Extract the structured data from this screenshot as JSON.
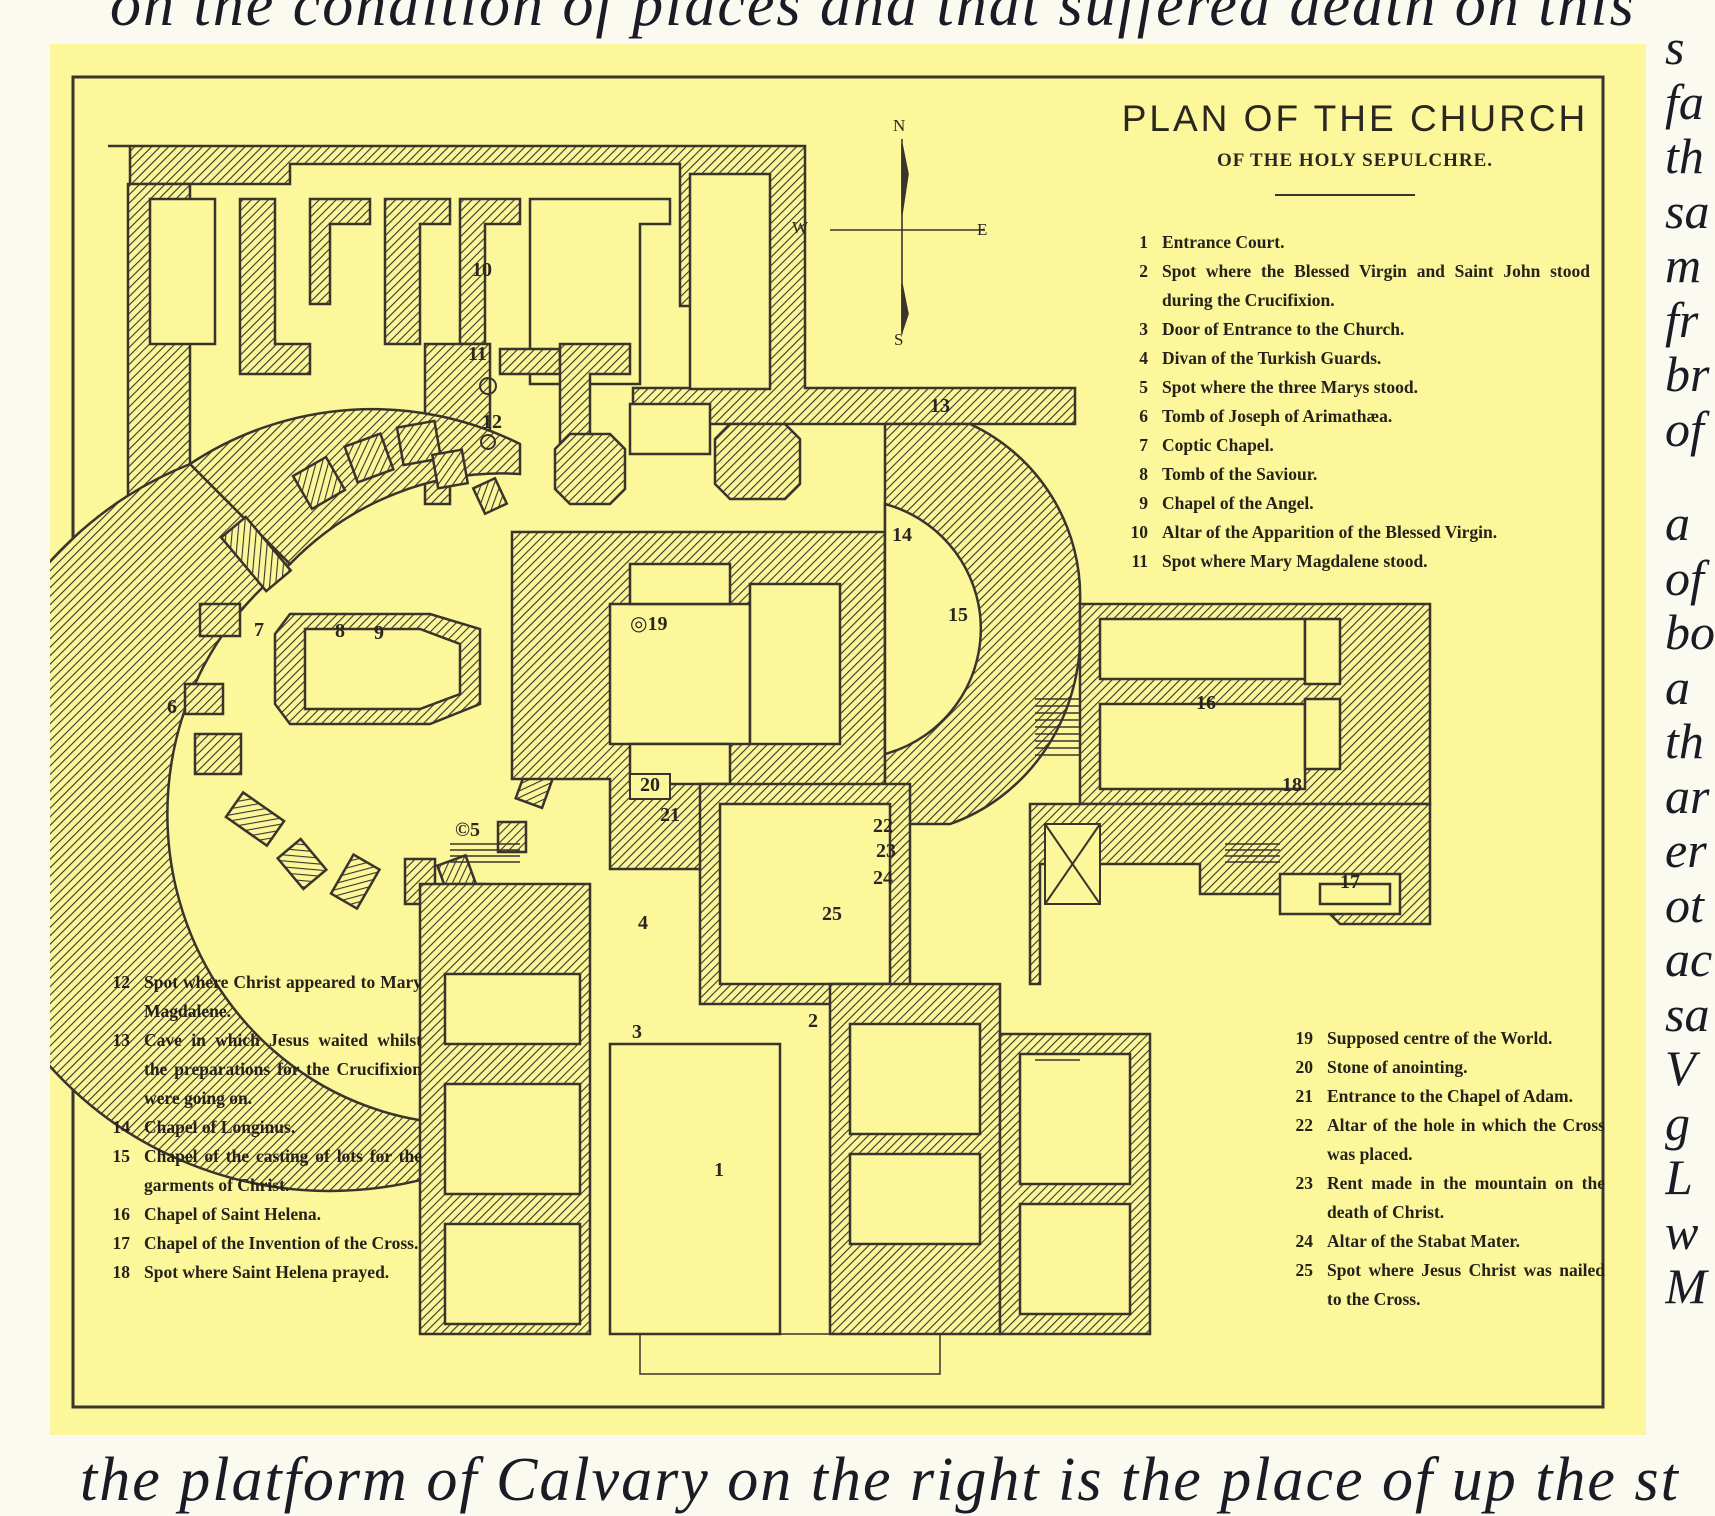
{
  "page": {
    "top_text": "on the condition of places and that suffered death on this",
    "bottom_text": "the platform of Calvary on the right is the place of up the st",
    "right_fragments": [
      "s",
      "fa",
      "th",
      "sa",
      "m",
      "fr",
      "br",
      "of",
      "a",
      "of",
      "bo",
      "a",
      "th",
      "ar",
      "er",
      "ot",
      "ac",
      "sa",
      "V",
      "g",
      "L",
      "w",
      "M"
    ]
  },
  "plan": {
    "title": "PLAN OF THE CHURCH",
    "subtitle": "OF THE HOLY SEPULCHRE.",
    "compass": {
      "n": "N",
      "s": "S",
      "e": "E",
      "w": "W"
    },
    "colors": {
      "paper": "#fbf79a",
      "ink": "#3a352c",
      "page": "#fbfaf0"
    },
    "map_labels": [
      {
        "id": "1",
        "text": "1"
      },
      {
        "id": "2",
        "text": "2"
      },
      {
        "id": "3",
        "text": "3"
      },
      {
        "id": "4",
        "text": "4"
      },
      {
        "id": "5",
        "text": "©5"
      },
      {
        "id": "6",
        "text": "6"
      },
      {
        "id": "7",
        "text": "7"
      },
      {
        "id": "8",
        "text": "8"
      },
      {
        "id": "9",
        "text": "9"
      },
      {
        "id": "10",
        "text": "10"
      },
      {
        "id": "11",
        "text": "11"
      },
      {
        "id": "12",
        "text": "12"
      },
      {
        "id": "13",
        "text": "13"
      },
      {
        "id": "14",
        "text": "14"
      },
      {
        "id": "15",
        "text": "15"
      },
      {
        "id": "16",
        "text": "16"
      },
      {
        "id": "17",
        "text": "17"
      },
      {
        "id": "18",
        "text": "18"
      },
      {
        "id": "19",
        "text": "◎19"
      },
      {
        "id": "20",
        "text": "20"
      },
      {
        "id": "21",
        "text": "21"
      },
      {
        "id": "22",
        "text": "22"
      },
      {
        "id": "23",
        "text": "23"
      },
      {
        "id": "24",
        "text": "24"
      },
      {
        "id": "25",
        "text": "25"
      }
    ],
    "legend_top": [
      {
        "num": "1",
        "text": "Entrance Court."
      },
      {
        "num": "2",
        "text": "Spot where the Blessed Virgin and Saint John stood during the Crucifixion."
      },
      {
        "num": "3",
        "text": "Door of Entrance to the Church."
      },
      {
        "num": "4",
        "text": "Divan of the Turkish Guards."
      },
      {
        "num": "5",
        "text": "Spot where the three Marys stood."
      },
      {
        "num": "6",
        "text": "Tomb of Joseph of Arimathæa."
      },
      {
        "num": "7",
        "text": "Coptic Chapel."
      },
      {
        "num": "8",
        "text": "Tomb of the Saviour."
      },
      {
        "num": "9",
        "text": "Chapel of the Angel."
      },
      {
        "num": "10",
        "text": "Altar of the Apparition of the Blessed Virgin."
      },
      {
        "num": "11",
        "text": "Spot where Mary Magdalene stood."
      }
    ],
    "legend_left": [
      {
        "num": "12",
        "text": "Spot where Christ appeared to Mary Magdalene."
      },
      {
        "num": "13",
        "text": "Cave in which Jesus waited whilst the preparations for the Crucifixion were going on."
      },
      {
        "num": "14",
        "text": "Chapel of Longinus."
      },
      {
        "num": "15",
        "text": "Chapel of the casting of lots for the garments of Christ."
      },
      {
        "num": "16",
        "text": "Chapel of Saint Helena."
      },
      {
        "num": "17",
        "text": "Chapel of the Invention of the Cross."
      },
      {
        "num": "18",
        "text": "Spot where Saint Helena prayed."
      }
    ],
    "legend_right": [
      {
        "num": "19",
        "text": "Supposed centre of the World."
      },
      {
        "num": "20",
        "text": "Stone of anointing."
      },
      {
        "num": "21",
        "text": "Entrance to the Chapel of Adam."
      },
      {
        "num": "22",
        "text": "Altar of the hole in which the Cross was placed."
      },
      {
        "num": "23",
        "text": "Rent made in the mountain on the death of Christ."
      },
      {
        "num": "24",
        "text": "Altar of the Stabat Mater."
      },
      {
        "num": "25",
        "text": "Spot where Jesus Christ was nailed to the Cross."
      }
    ]
  }
}
